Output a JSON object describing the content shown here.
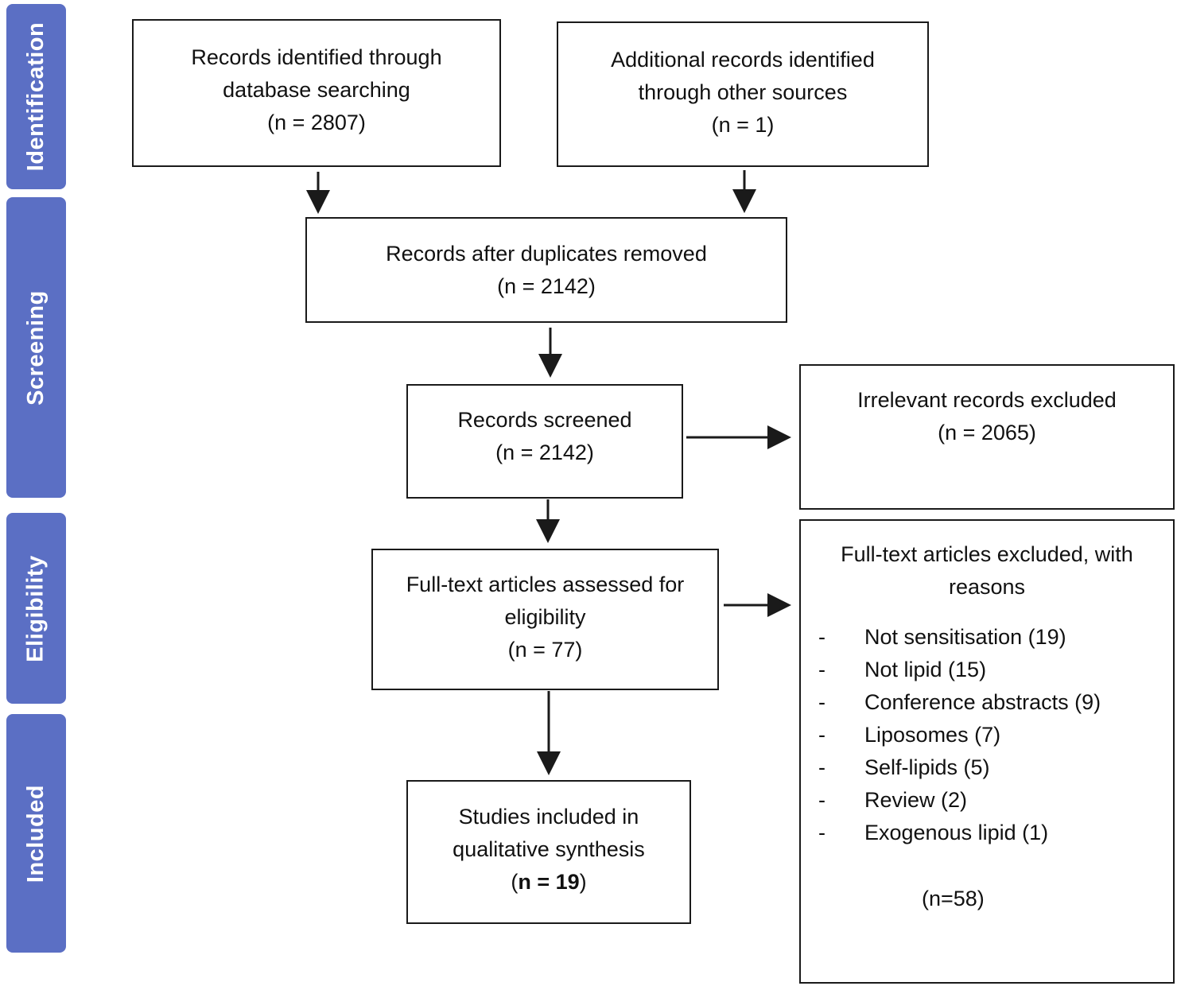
{
  "phases": {
    "identification": "Identification",
    "screening": "Screening",
    "eligibility": "Eligibility",
    "included": "Included"
  },
  "boxes": {
    "database": {
      "line1": "Records identified through",
      "line2": "database searching",
      "count": "(n = 2807)"
    },
    "other_sources": {
      "line1": "Additional records identified",
      "line2": "through other sources",
      "count": "(n = 1)"
    },
    "duplicates_removed": {
      "line1": "Records after duplicates removed",
      "count": "(n = 2142)"
    },
    "screened": {
      "line1": "Records screened",
      "count": "(n = 2142)"
    },
    "irrelevant_excluded": {
      "line1": "Irrelevant records excluded",
      "count": "(n = 2065)"
    },
    "fulltext_assessed": {
      "line1": "Full-text articles assessed for",
      "line2": "eligibility",
      "count": "(n = 77)"
    },
    "included": {
      "line1": "Studies included in",
      "line2": "qualitative synthesis",
      "count_open": "(",
      "count_bold": "n = 19",
      "count_close": ")"
    },
    "fulltext_excluded": {
      "line1": "Full-text articles excluded, with",
      "line2": "reasons",
      "reasons": [
        {
          "dash": "-",
          "text": "Not sensitisation (19)"
        },
        {
          "dash": "-",
          "text": "Not lipid (15)"
        },
        {
          "dash": "-",
          "text": "Conference abstracts (9)"
        },
        {
          "dash": "-",
          "text": "Liposomes (7)"
        },
        {
          "dash": "-",
          "text": "Self-lipids (5)"
        },
        {
          "dash": "-",
          "text": "Review (2)"
        },
        {
          "dash": "-",
          "text": "Exogenous lipid (1)"
        }
      ],
      "total": "(n=58)"
    }
  },
  "colors": {
    "phase_fill": "#5b6fc4",
    "phase_text": "#ffffff",
    "line": "#1a1a1a"
  }
}
